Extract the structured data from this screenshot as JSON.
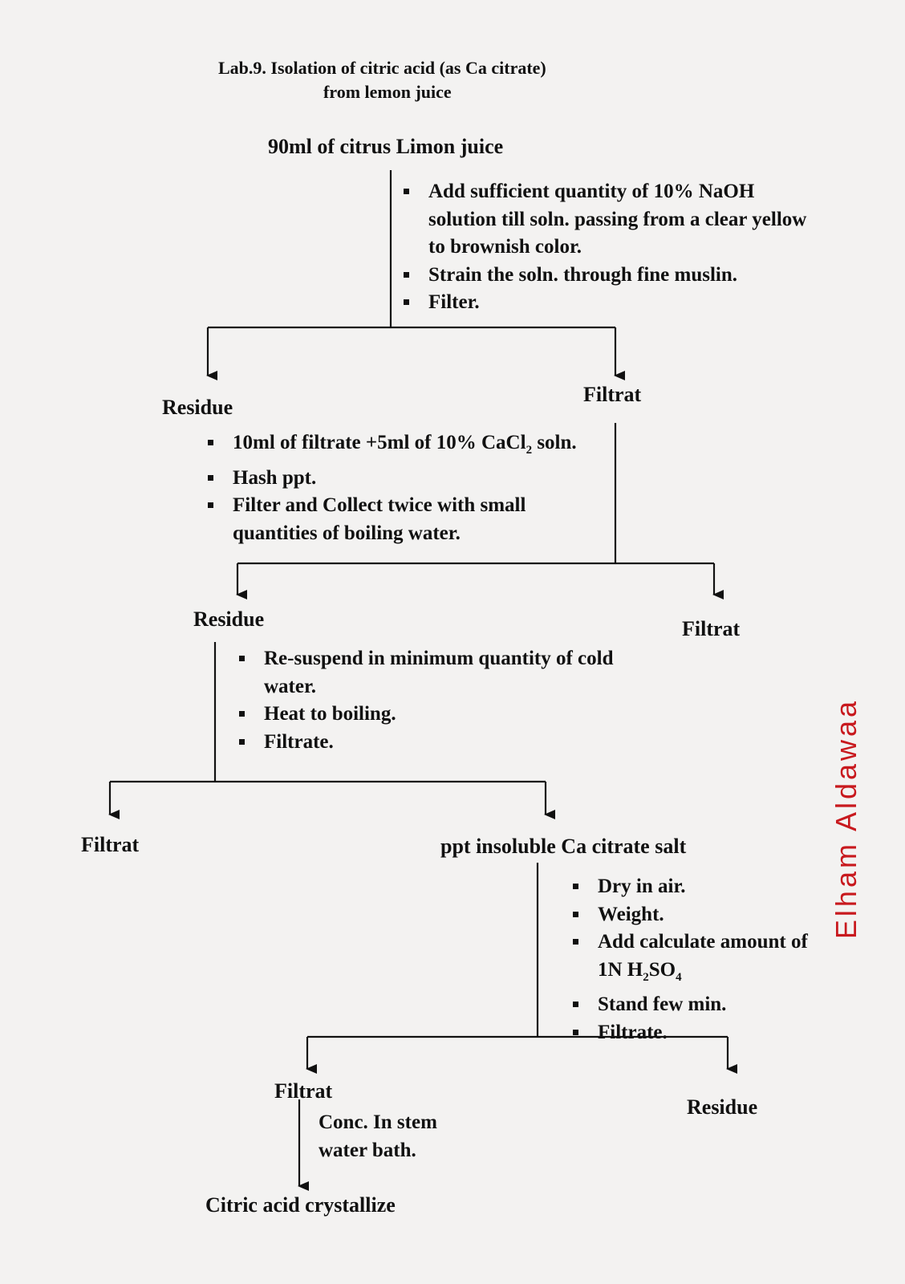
{
  "title": {
    "line1": "Lab.9. Isolation of citric acid (as Ca citrate)",
    "line2": "from lemon juice"
  },
  "start": "90ml of citrus Limon juice",
  "step1": {
    "bullets": [
      "Add sufficient quantity of 10% NaOH solution till soln. passing from a clear yellow to brownish color.",
      "Strain the soln. through fine muslin.",
      "Filter."
    ],
    "left": "Residue",
    "right": "Filtrat"
  },
  "step2": {
    "b1_pre": "10ml of filtrate +5ml of 10% CaCl",
    "b1_sub": "2",
    "b1_post": " soln.",
    "bullets": [
      "Hash ppt.",
      "Filter and Collect twice with small quantities of boiling water."
    ],
    "left": "Residue",
    "right": "Filtrat"
  },
  "step3": {
    "bullets": [
      "Re-suspend in minimum quantity of cold water.",
      "Heat to boiling.",
      "Filtrate."
    ],
    "left": "Filtrat",
    "right": "ppt insoluble Ca citrate salt"
  },
  "step4": {
    "bullets_top": [
      "Dry in air.",
      "Weight.",
      "Add calculate amount of"
    ],
    "acid_pre": "1N H",
    "acid_sub1": "2",
    "acid_mid": "SO",
    "acid_sub2": "4",
    "bullets_bottom": [
      "Stand few min.",
      "Filtrate."
    ],
    "left": "Filtrat",
    "right": "Residue"
  },
  "step5": {
    "note_line1": "Conc. In stem",
    "note_line2": "water bath.",
    "result": "Citric acid crystallize"
  },
  "watermark": "Elham Aldawaa",
  "colors": {
    "watermark": "#c8191e",
    "ink": "#111111",
    "background": "#f3f2f1"
  }
}
